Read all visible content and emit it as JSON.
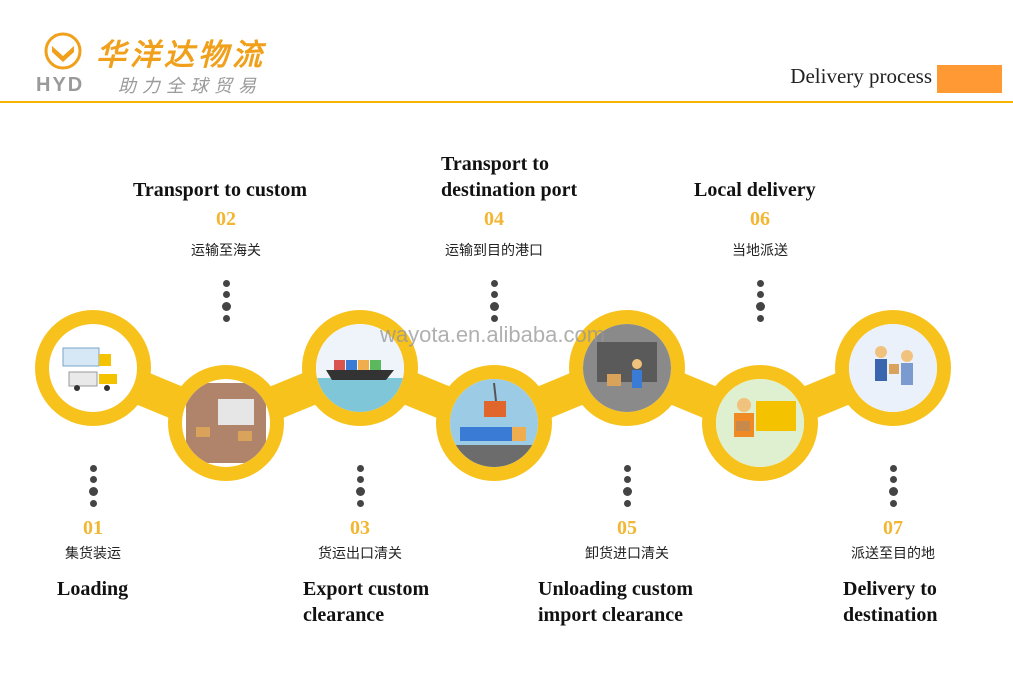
{
  "header": {
    "brand_abbr": "HYD",
    "brand_cn": "华洋达物流",
    "slogan_cn": "助力全球贸易",
    "title": "Delivery process",
    "accent": "#f5b400",
    "block_color": "#ff9933"
  },
  "watermark": "wayota.en.alibaba.com",
  "steps": [
    {
      "num": "01",
      "cn": "集货装运",
      "title_lines": [
        "Loading"
      ],
      "icon": "trucks-icon"
    },
    {
      "num": "02",
      "cn": "运输至海关",
      "title_lines": [
        "Transport to custom"
      ],
      "icon": "warehouse-icon"
    },
    {
      "num": "03",
      "cn": "货运出口清关",
      "title_lines": [
        "Export custom",
        "clearance"
      ],
      "icon": "cargo-ship-icon"
    },
    {
      "num": "04",
      "cn": "运输到目的港口",
      "title_lines": [
        "Transport to",
        "destination port"
      ],
      "icon": "container-crane-icon"
    },
    {
      "num": "05",
      "cn": "卸货进口清关",
      "title_lines": [
        "Unloading custom",
        "import clearance"
      ],
      "icon": "unloading-workers-icon"
    },
    {
      "num": "06",
      "cn": "当地派送",
      "title_lines": [
        "Local delivery"
      ],
      "icon": "delivery-man-icon"
    },
    {
      "num": "07",
      "cn": "派送至目的地",
      "title_lines": [
        "Delivery to",
        "destination"
      ],
      "icon": "parcel-handover-icon"
    }
  ]
}
